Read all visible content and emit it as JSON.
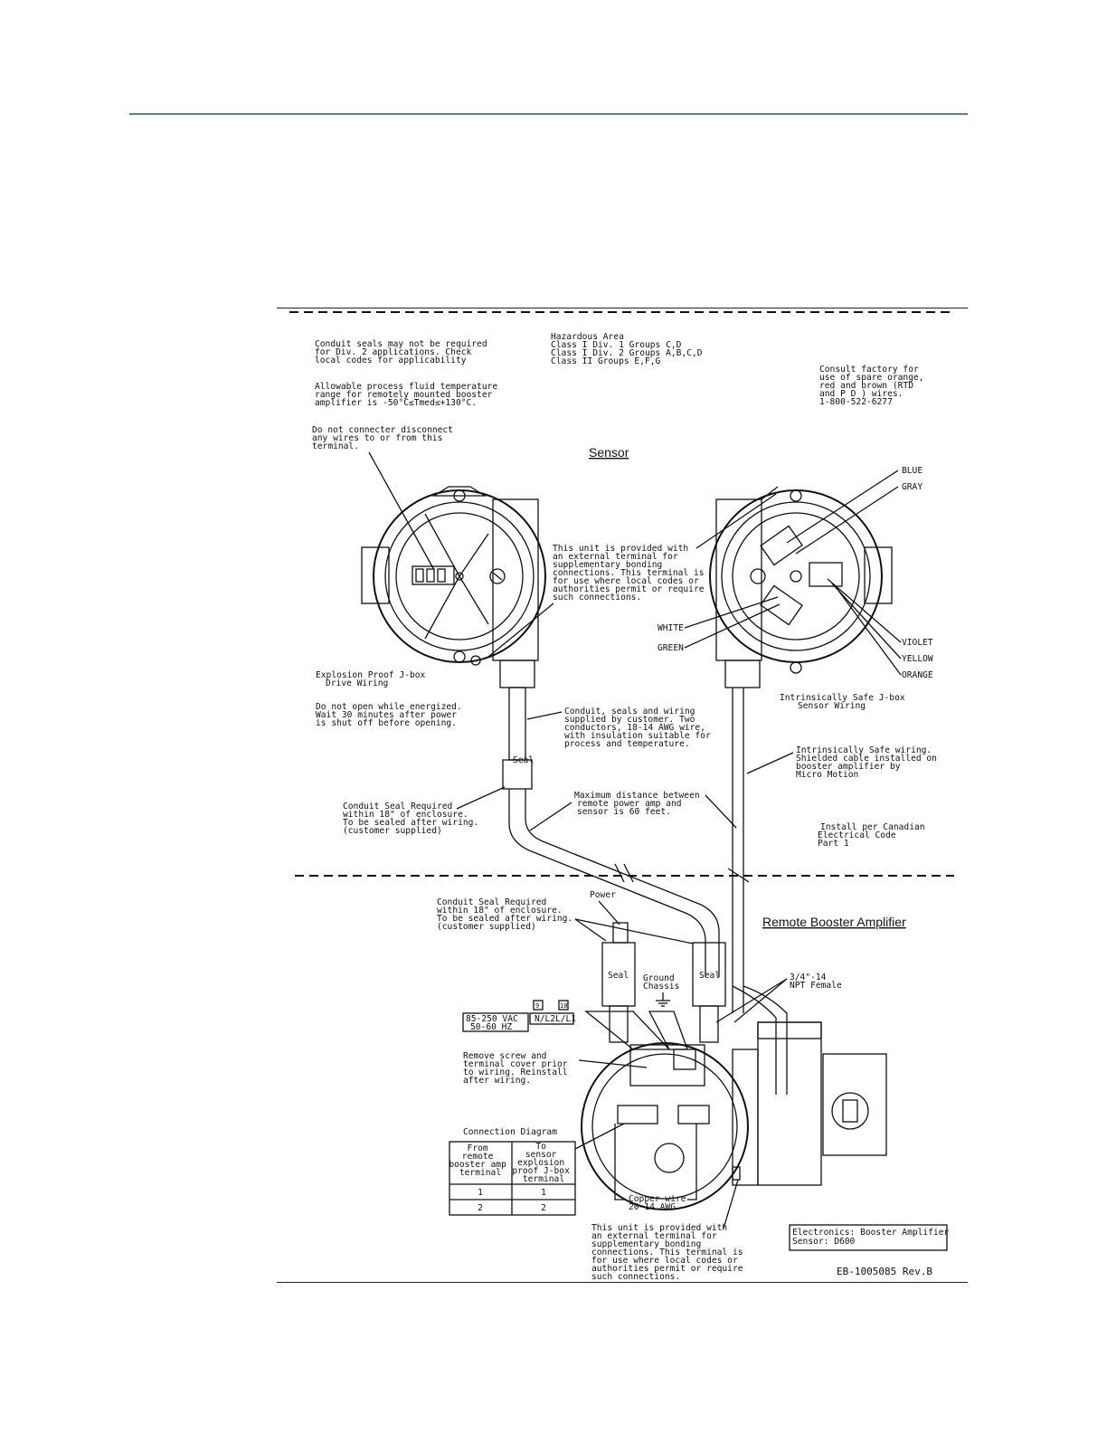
{
  "hazard": {
    "lines": [
      "Hazardous Area",
      "Class I Div. 1 Groups C,D",
      "Class I Div. 2 Groups A,B,C,D",
      "Class II Groups E,F,G"
    ]
  },
  "notes": {
    "conduit_seals": [
      "Conduit seals may not be required",
      "for Div. 2 applications. Check",
      "local codes for applicability"
    ],
    "fluid_temp": [
      "Allowable process fluid temperature",
      "range for remotely mounted booster",
      "amplifier is -50°C≤Tmed≤+130°C."
    ],
    "no_disconnect": [
      "Do not connecter disconnect",
      "any wires to or from this",
      "terminal."
    ],
    "consult_factory": [
      "Consult factory for",
      "use of spare orange,",
      "red and brown (RTD",
      "and P D ) wires.",
      "1-800-522-6277"
    ],
    "bonding_top": [
      "This unit is provided with",
      "an external terminal for",
      "supplementary bonding",
      "connections. This terminal is",
      "for use where local codes or",
      "authorities permit or require",
      "such connections."
    ],
    "xp_jbox": [
      "Explosion Proof J-box",
      "Drive Wiring"
    ],
    "do_not_open": [
      "Do not open while energized.",
      "Wait 30 minutes after power",
      "is shut off before opening."
    ],
    "is_jbox": [
      "Intrinsically Safe J-box",
      "Sensor Wiring"
    ],
    "conduit_wiring": [
      "Conduit, seals and wiring",
      "supplied by customer. Two",
      "conductors, 18-14 AWG wire,",
      "with insulation suitable for",
      "process and temperature."
    ],
    "is_wiring": [
      "Intrinsically Safe wiring.",
      "Shielded cable installed on",
      "booster amplifier by",
      "Micro Motion"
    ],
    "seal_required_top": [
      "Conduit Seal Required",
      "within 18\" of enclosure.",
      "To be sealed after wiring.",
      "(customer supplied)"
    ],
    "max_distance": [
      "Maximum distance between",
      "remote power amp and",
      "sensor is 60 feet."
    ],
    "canadian": [
      "Install per Canadian",
      "Electrical Code",
      "Part 1"
    ],
    "seal_required_bottom": [
      "Conduit Seal Required",
      "within 18\" of enclosure.",
      "To be sealed after wiring.",
      "(customer supplied)"
    ],
    "npt": [
      "3/4\"-14",
      "NPT Female"
    ],
    "remove_screw": [
      "Remove screw and",
      "terminal cover prior",
      "to wiring. Reinstall",
      "after wiring."
    ],
    "copper_wire": [
      "Copper wire",
      "20-14 AWG"
    ],
    "bonding_bottom": [
      "This unit is provided with",
      "an external terminal for",
      "supplementary bonding",
      "connections. This terminal is",
      "for use where local codes or",
      "authorities permit or require",
      "such connections."
    ],
    "electronics_box": [
      "Electronics: Booster Amplifier",
      "Sensor: D600"
    ]
  },
  "labels": {
    "sensor_title": "Sensor",
    "booster_title": "Remote Booster Amplifier",
    "seal": "Seal",
    "power": "Power",
    "ground": [
      "Ground",
      "Chassis"
    ],
    "voltage": [
      "85-250 VAC",
      "50-60 HZ"
    ],
    "term_n": "N/L2",
    "term_l": "L/L1",
    "term_num_1": "9",
    "term_num_2": "10",
    "drawing_no": "EB-1005085 Rev.B"
  },
  "wire_colors": {
    "blue": "BLUE",
    "gray": "GRAY",
    "white": "WHITE",
    "green": "GREEN",
    "violet": "VIOLET",
    "yellow": "YELLOW",
    "orange": "ORANGE"
  },
  "connection_table": {
    "title": "Connection Diagram",
    "headers": [
      [
        "From",
        "remote",
        "booster amp",
        "terminal"
      ],
      [
        "To",
        "sensor",
        "explosion",
        "proof J-box",
        "terminal"
      ]
    ],
    "rows": [
      [
        "1",
        "1"
      ],
      [
        "2",
        "2"
      ]
    ]
  }
}
